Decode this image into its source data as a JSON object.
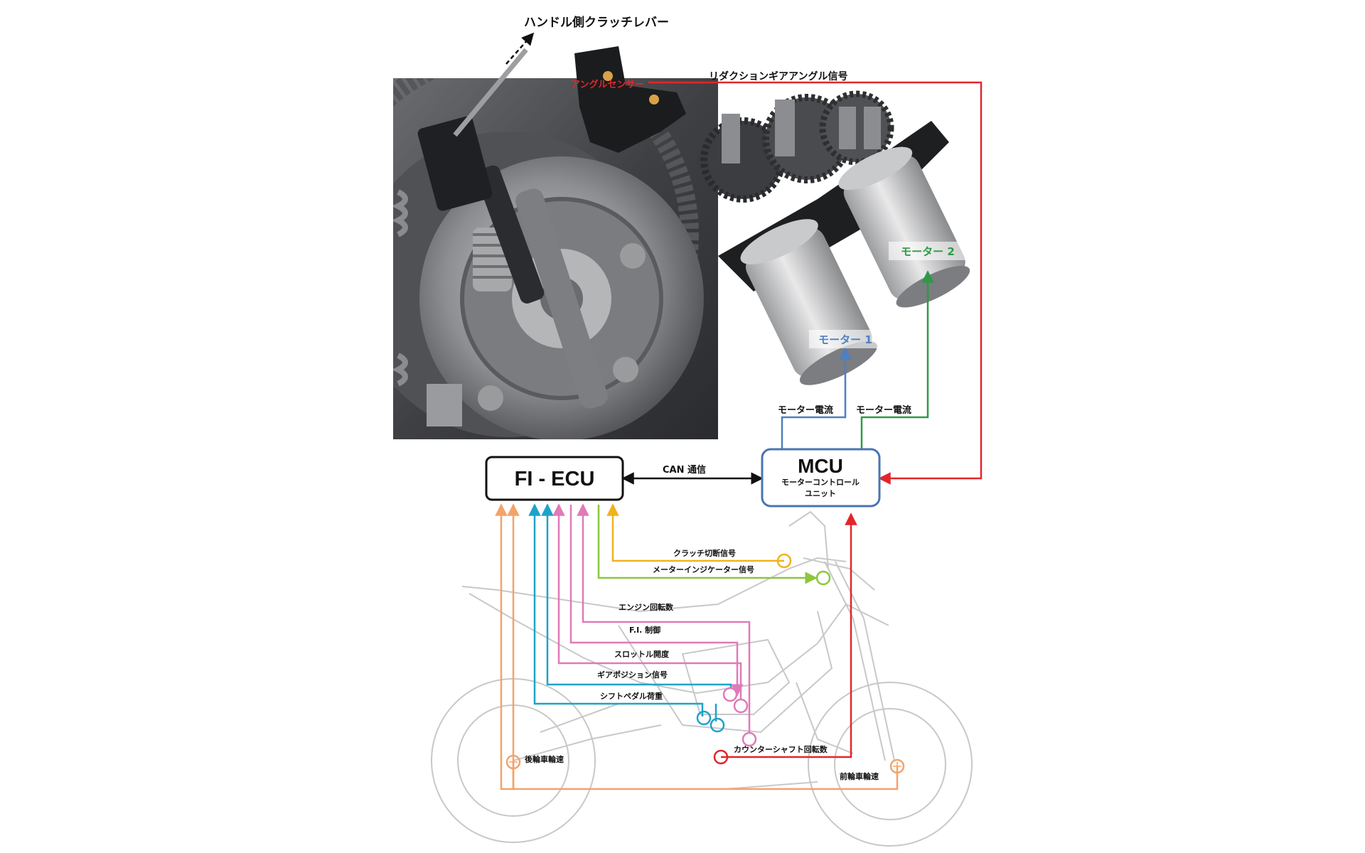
{
  "texts": {
    "handle_lever": "ハンドル側クラッチレバー",
    "angle_sensor": "アングルセンサー",
    "reduction_signal": "リダクションギアアングル信号",
    "motor1": "モーター 1",
    "motor2": "モーター 2",
    "motor_current_1": "モーター電流",
    "motor_current_2": "モーター電流",
    "mcu_title": "MCU",
    "mcu_sub1": "モーターコントロール",
    "mcu_sub2": "ユニット",
    "ecu_title": "FI - ECU",
    "can": "CAN 通信",
    "clutch_cut": "クラッチ切断信号",
    "meter_indicator": "メーターインジケーター信号",
    "engine_rpm": "エンジン回転数",
    "fi_control": "F.I. 制御",
    "throttle": "スロットル開度",
    "gear_position": "ギアポジション信号",
    "shift_pedal": "シフトペダル荷重",
    "counter_shaft": "カウンターシャフト回転数",
    "rear_wheel": "後輪車輪速",
    "front_wheel": "前輪車輪速"
  },
  "colors": {
    "red": "#e3262a",
    "blue": "#4f7fc0",
    "green": "#2d9a46",
    "orange": "#f2a36a",
    "yellow": "#f2b21c",
    "lime": "#8cc63f",
    "pink": "#e07ab8",
    "cyan": "#1ea3c8",
    "box_blue": "#4a74b5",
    "photo_dark": "#3a3b3f"
  }
}
